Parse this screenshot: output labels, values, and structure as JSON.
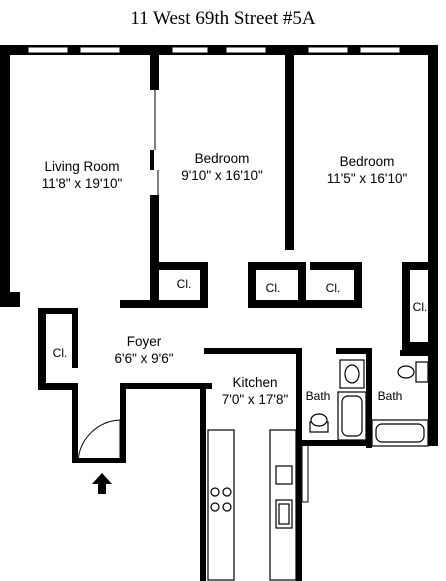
{
  "title": "11 West 69th Street #5A",
  "rooms": {
    "living": {
      "name": "Living Room",
      "dims": "11'8\" x 19'10\""
    },
    "bedroom1": {
      "name": "Bedroom",
      "dims": "9'10\" x 16'10\""
    },
    "bedroom2": {
      "name": "Bedroom",
      "dims": "11'5\" x 16'10\""
    },
    "foyer": {
      "name": "Foyer",
      "dims": "6'6\" x 9'6\""
    },
    "kitchen": {
      "name": "Kitchen",
      "dims": "7'0\" x 17'8\""
    },
    "bath1": {
      "name": "Bath"
    },
    "bath2": {
      "name": "Bath"
    }
  },
  "closet_label": "Cl.",
  "colors": {
    "wall": "#000000",
    "background": "#ffffff"
  },
  "icons": {
    "entry": "entry-arrow-icon"
  }
}
